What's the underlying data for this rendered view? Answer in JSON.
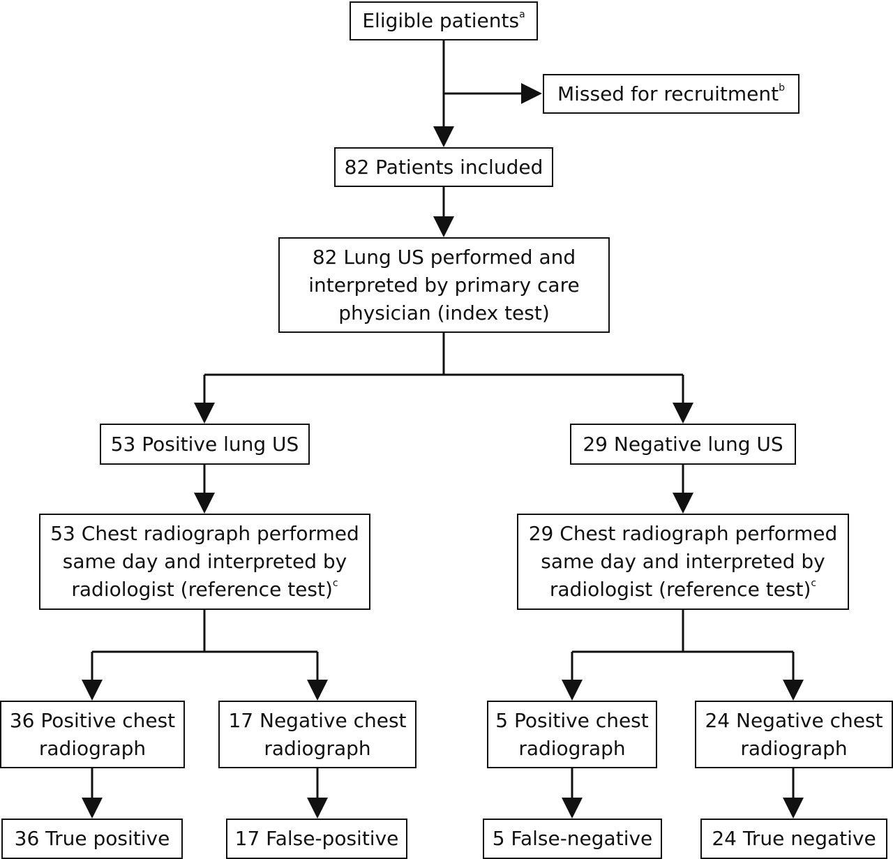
{
  "nodes": {
    "eligible": {
      "text": "Eligible patients",
      "sup": "a"
    },
    "missed": {
      "text": "Missed for recruitment",
      "sup": "b"
    },
    "included": {
      "text": "82 Patients included"
    },
    "index_test": {
      "lines": [
        "82 Lung US performed and",
        "interpreted by primary care",
        "physician (index test)"
      ]
    },
    "pos_us": {
      "text": "53 Positive lung US"
    },
    "neg_us": {
      "text": "29 Negative lung US"
    },
    "cxr_pos_branch": {
      "lines": [
        "53 Chest radiograph performed",
        "same day and interpreted by",
        "radiologist (reference test)"
      ],
      "sup": "c"
    },
    "cxr_neg_branch": {
      "lines": [
        "29 Chest radiograph performed",
        "same day and interpreted by",
        "radiologist (reference test)"
      ],
      "sup": "c"
    },
    "pos_cxr_a": {
      "lines": [
        "36 Positive chest",
        "radiograph"
      ]
    },
    "neg_cxr_a": {
      "lines": [
        "17 Negative chest",
        "radiograph"
      ]
    },
    "pos_cxr_b": {
      "lines": [
        "5 Positive chest",
        "radiograph"
      ]
    },
    "neg_cxr_b": {
      "lines": [
        "24 Negative chest",
        "radiograph"
      ]
    },
    "true_pos": {
      "text": "36 True positive"
    },
    "false_pos": {
      "text": "17 False-positive"
    },
    "false_neg": {
      "text": "5 False-negative"
    },
    "true_neg": {
      "text": "24 True negative"
    }
  }
}
